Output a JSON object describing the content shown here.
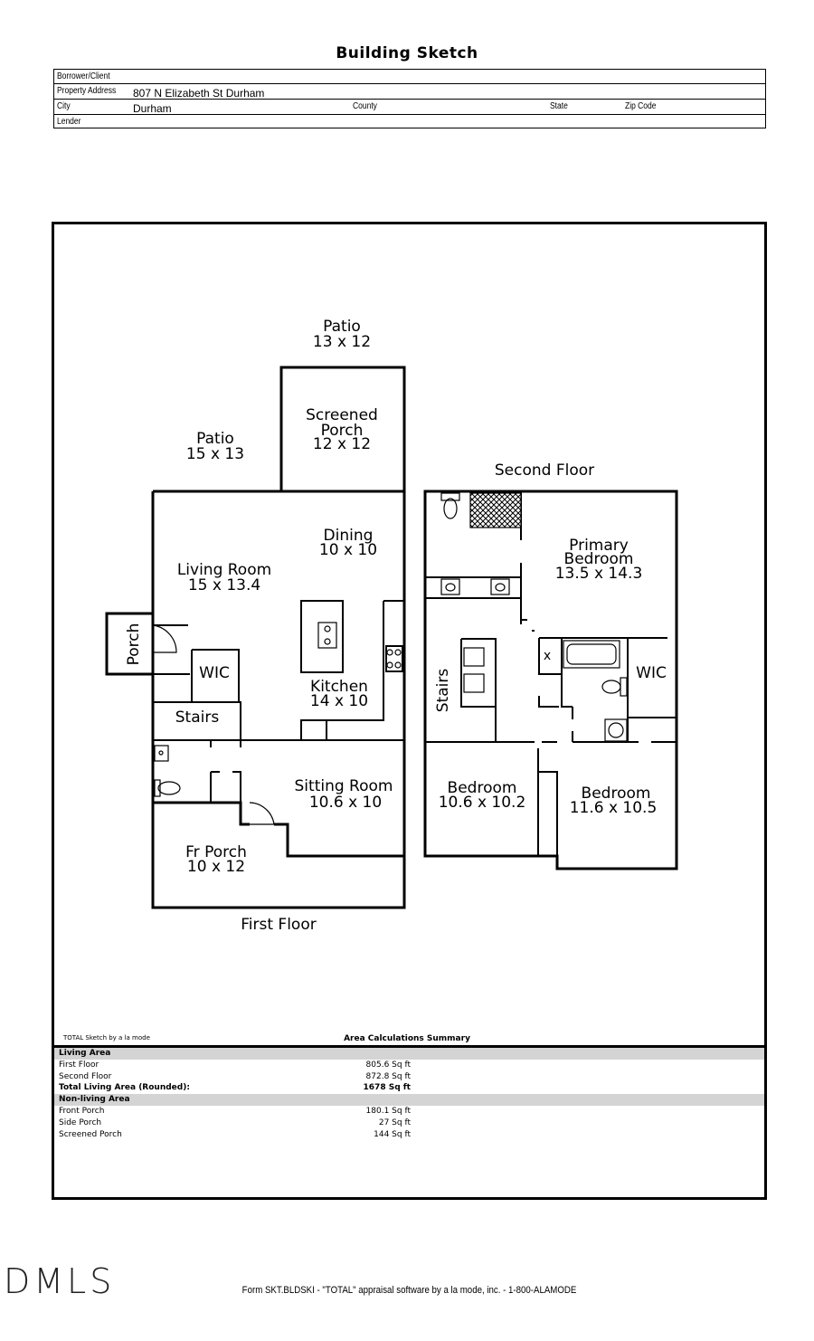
{
  "title": "Building Sketch",
  "header": {
    "borrower_label": "Borrower/Client",
    "address_label": "Property Address",
    "address_value": "807 N Elizabeth St Durham",
    "city_label": "City",
    "city_value": "Durham",
    "county_label": "County",
    "state_label": "State",
    "zip_label": "Zip Code",
    "lender_label": "Lender"
  },
  "sketch": {
    "patio_top": {
      "name": "Patio",
      "size": "13 x 12"
    },
    "patio_left": {
      "name": "Patio",
      "size": "15 x 13"
    },
    "screened_porch": {
      "line1": "Screened",
      "line2": "Porch",
      "size": "12 x 12"
    },
    "dining": {
      "name": "Dining",
      "size": "10 x 10"
    },
    "living_room": {
      "name": "Living Room",
      "size": "15 x 13.4"
    },
    "kitchen": {
      "name": "Kitchen",
      "size": "14 x 10"
    },
    "side_porch": "Porch",
    "wic_first": "WIC",
    "stairs_first": "Stairs",
    "sitting_room": {
      "name": "Sitting Room",
      "size": "10.6 x 10"
    },
    "front_porch": {
      "name": "Fr Porch",
      "size": "10 x 12"
    },
    "first_floor_label": "First Floor",
    "second_floor_label": "Second Floor",
    "primary_bedroom": {
      "line1": "Primary",
      "line2": "Bedroom",
      "size": "13.5 x 14.3"
    },
    "stairs_second": "Stairs",
    "wic_second": "WIC",
    "closet_mark": "x",
    "bedroom_left": {
      "name": "Bedroom",
      "size": "10.6 x 10.2"
    },
    "bedroom_right": {
      "name": "Bedroom",
      "size": "11.6 x 10.5"
    }
  },
  "credit": "TOTAL Sketch by a la mode",
  "summary": {
    "title": "Area Calculations Summary",
    "living_header": "Living Area",
    "living": [
      {
        "label": "First Floor",
        "value": "805.6 Sq ft"
      },
      {
        "label": "Second Floor",
        "value": "872.8 Sq ft"
      }
    ],
    "total_label": "Total Living Area (Rounded):",
    "total_value": "1678 Sq ft",
    "nonliving_header": "Non-living Area",
    "nonliving": [
      {
        "label": "Front Porch",
        "value": "180.1 Sq ft"
      },
      {
        "label": "Side Porch",
        "value": "27 Sq ft"
      },
      {
        "label": "Screened Porch",
        "value": "144 Sq ft"
      }
    ]
  },
  "watermark": "DMLS",
  "footer": "Form SKT.BLDSKI - \"TOTAL\" appraisal software by a la mode, inc. - 1-800-ALAMODE"
}
